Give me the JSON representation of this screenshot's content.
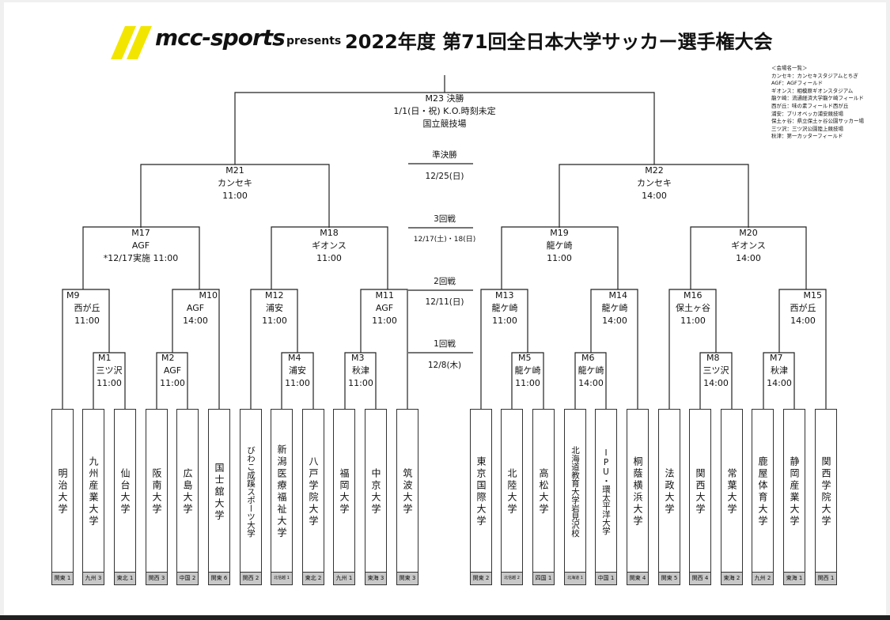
{
  "header": {
    "brand": "mcc-sports",
    "presents": "presents",
    "title": "2022年度 第71回全日本大学サッカー選手権大会",
    "logo_icon": "yellow-double-slash-logo",
    "logo_color": "#f2e600"
  },
  "legend": {
    "title": "＜会場名一覧＞",
    "items": [
      "カンセキ：カンセキスタジアムとちぎ",
      "AGF：AGFフィールド",
      "ギオンス：相模原ギオンスタジアム",
      "龍ケ崎：流通経済大学龍ケ崎フィールド",
      "西が丘：味の素フィールド西が丘",
      "浦安：ブリオベッカ浦安競技場",
      "保土ヶ谷：県立保土ヶ谷公園サッカー場",
      "三ツ沢：三ツ沢公園陸上競技場",
      "秋津：第一カッターフィールド"
    ]
  },
  "stages": [
    {
      "name": "準決勝",
      "date": "12/25(日)"
    },
    {
      "name": "3回戦",
      "date": "12/17(土)・18(日)"
    },
    {
      "name": "2回戦",
      "date": "12/11(日)"
    },
    {
      "name": "1回戦",
      "date": "12/8(木)"
    }
  ],
  "matches": {
    "M23": {
      "lines": [
        "M23 決勝",
        "1/1(日・祝) K.O.時刻未定",
        "国立競技場"
      ]
    },
    "M21": {
      "lines": [
        "M21",
        "カンセキ",
        "11:00"
      ]
    },
    "M22": {
      "lines": [
        "M22",
        "カンセキ",
        "14:00"
      ]
    },
    "M17": {
      "lines": [
        "M17",
        "AGF",
        "*12/17実施 11:00"
      ]
    },
    "M18": {
      "lines": [
        "M18",
        "ギオンス",
        "11:00"
      ]
    },
    "M19": {
      "lines": [
        "M19",
        "龍ケ崎",
        "11:00"
      ]
    },
    "M20": {
      "lines": [
        "M20",
        "ギオンス",
        "14:00"
      ]
    },
    "M9": {
      "lines": [
        "M9",
        "西が丘",
        "11:00"
      ]
    },
    "M10": {
      "lines": [
        "M10",
        "AGF",
        "14:00"
      ]
    },
    "M12": {
      "lines": [
        "M12",
        "浦安",
        "11:00"
      ]
    },
    "M11": {
      "lines": [
        "M11",
        "AGF",
        "11:00"
      ]
    },
    "M13": {
      "lines": [
        "M13",
        "龍ケ崎",
        "11:00"
      ]
    },
    "M14": {
      "lines": [
        "M14",
        "龍ケ崎",
        "14:00"
      ]
    },
    "M16": {
      "lines": [
        "M16",
        "保土ヶ谷",
        "11:00"
      ]
    },
    "M15": {
      "lines": [
        "M15",
        "西が丘",
        "14:00"
      ]
    },
    "M1": {
      "lines": [
        "M1",
        "三ツ沢",
        "11:00"
      ]
    },
    "M2": {
      "lines": [
        "M2",
        "AGF",
        "11:00"
      ]
    },
    "M4": {
      "lines": [
        "M4",
        "浦安",
        "11:00"
      ]
    },
    "M3": {
      "lines": [
        "M3",
        "秋津",
        "11:00"
      ]
    },
    "M5": {
      "lines": [
        "M5",
        "龍ケ崎",
        "11:00"
      ]
    },
    "M6": {
      "lines": [
        "M6",
        "龍ケ崎",
        "14:00"
      ]
    },
    "M8": {
      "lines": [
        "M8",
        "三ツ沢",
        "14:00"
      ]
    },
    "M7": {
      "lines": [
        "M7",
        "秋津",
        "14:00"
      ]
    }
  },
  "teams": [
    {
      "name": "明治大学",
      "region": "関東 1"
    },
    {
      "name": "九州産業大学",
      "region": "九州 3"
    },
    {
      "name": "仙台大学",
      "region": "東北 1"
    },
    {
      "name": "阪南大学",
      "region": "関西 3"
    },
    {
      "name": "広島大学",
      "region": "中国 2"
    },
    {
      "name": "国士舘大学",
      "region": "関東 6"
    },
    {
      "name": "びわこ成蹊スポーツ大学",
      "region": "関西 2"
    },
    {
      "name": "新潟医療福祉大学",
      "region": "北信越 1"
    },
    {
      "name": "八戸学院大学",
      "region": "東北 2"
    },
    {
      "name": "福岡大学",
      "region": "九州 1"
    },
    {
      "name": "中京大学",
      "region": "東海 3"
    },
    {
      "name": "筑波大学",
      "region": "関東 3"
    },
    {
      "name": "東京国際大学",
      "region": "関東 2"
    },
    {
      "name": "北陸大学",
      "region": "北信越 2"
    },
    {
      "name": "高松大学",
      "region": "四国 1"
    },
    {
      "name": "北海道教育大学岩見沢校",
      "region": "北海道 1"
    },
    {
      "name": "IPU・環太平洋大学",
      "region": "中国 1"
    },
    {
      "name": "桐蔭横浜大学",
      "region": "関東 4"
    },
    {
      "name": "法政大学",
      "region": "関東 5"
    },
    {
      "name": "関西大学",
      "region": "関西 4"
    },
    {
      "name": "常葉大学",
      "region": "東海 2"
    },
    {
      "name": "鹿屋体育大学",
      "region": "九州 2"
    },
    {
      "name": "静岡産業大学",
      "region": "東海 1"
    },
    {
      "name": "関西学院大学",
      "region": "関西 1"
    }
  ]
}
